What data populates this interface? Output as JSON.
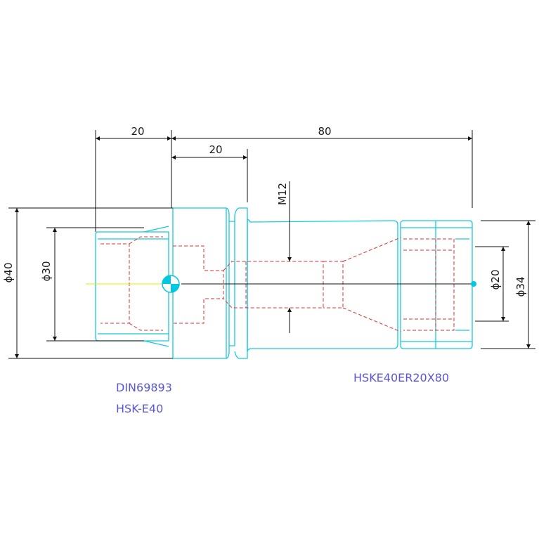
{
  "dimensions": {
    "top_left": "20",
    "top_right": "80",
    "second": "20",
    "thread": "M12",
    "dia_40": "ϕ40",
    "dia_30": "ϕ30",
    "dia_20": "ϕ20",
    "dia_34": "ϕ34"
  },
  "labels": {
    "standard": "DIN69893",
    "taper": "HSK-E40",
    "part": "HSKE40ER20X80"
  },
  "colors": {
    "outline": "#19c8d8",
    "hidden": "#e03030",
    "dimension": "#111111",
    "label": "#5a57d6",
    "centerline_yellow": "#e8e800",
    "datum": "#00c8e0"
  }
}
